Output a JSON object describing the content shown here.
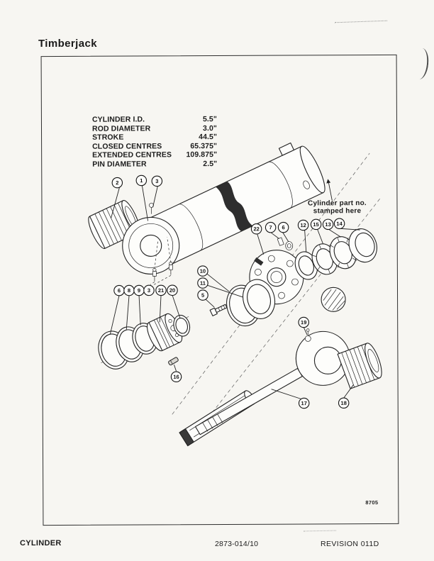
{
  "page": {
    "brand": "Timberjack",
    "figure_number": "8705"
  },
  "specs": {
    "rows": [
      {
        "label": "CYLINDER I.D.",
        "value": "5.5\""
      },
      {
        "label": "ROD DIAMETER",
        "value": "3.0\""
      },
      {
        "label": "STROKE",
        "value": "44.5\""
      },
      {
        "label": "CLOSED CENTRES",
        "value": "65.375\""
      },
      {
        "label": "EXTENDED CENTRES",
        "value": "109.875\""
      },
      {
        "label": "PIN DIAMETER",
        "value": "2.5\""
      }
    ]
  },
  "annotation": {
    "line1": "Cylinder part no.",
    "line2": "stamped here"
  },
  "callouts": {
    "top": [
      "2",
      "1",
      "3"
    ],
    "flange": [
      "22",
      "7",
      "6"
    ],
    "gland": [
      "12",
      "15",
      "13",
      "14"
    ],
    "piston_row": [
      "6",
      "8",
      "9",
      "3",
      "21",
      "20"
    ],
    "mid_stack": [
      "10",
      "11",
      "5"
    ],
    "pin": [
      "16"
    ],
    "rod": [
      "19",
      "17",
      "18"
    ]
  },
  "footer": {
    "left": "CYLINDER",
    "center": "2873-014/10",
    "right": "REVISION 011D"
  }
}
